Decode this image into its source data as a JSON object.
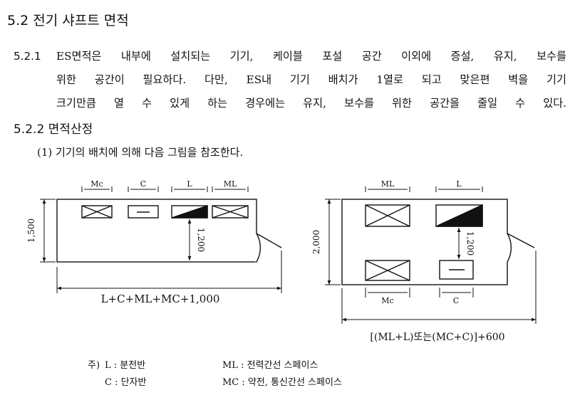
{
  "section": {
    "heading": "5.2 전기 샤프트 면적"
  },
  "clause_521": {
    "number": "5.2.1",
    "line1": "ES면적은 내부에 설치되는 기기, 케이블 포설 공간 이외에 증설, 유지, 보수를",
    "line2": "위한 공간이 필요하다. 다만, ES내 기기 배치가 1열로 되고 맞은편 벽을 기기",
    "line3": "크기만큼 열 수 있게 하는 경우에는 유지, 보수를 위한 공간을 줄일 수 있다."
  },
  "clause_522": {
    "heading": "5.2.2 면적산정",
    "item1": "(1) 기기의 배치에 의해 다음 그림을 참조한다."
  },
  "figure_left": {
    "label_mc": "Mc",
    "label_c": "C",
    "label_l": "L",
    "label_ml": "ML",
    "height_total": "1,500",
    "height_clear": "1,200",
    "width_formula": "L+C+ML+MC+1,000"
  },
  "figure_right": {
    "label_ml": "ML",
    "label_l": "L",
    "label_mc": "Mc",
    "label_c": "C",
    "height_total": "2,000",
    "height_clear": "1,200",
    "width_formula": "[(ML+L)또는(MC+C)]+600"
  },
  "notes": {
    "prefix": "주)",
    "l_def": "L : 분전반",
    "c_def": "C : 단자반",
    "ml_def": "ML : 전력간선 스페이스",
    "mc_def": "MC : 약전, 통신간선 스페이스"
  }
}
